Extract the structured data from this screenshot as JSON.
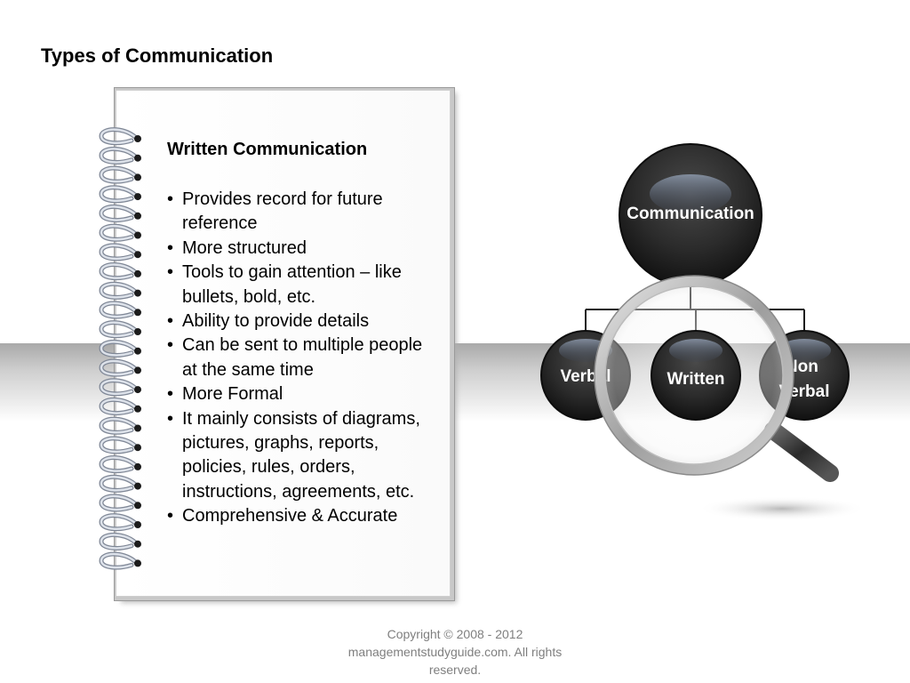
{
  "slide": {
    "title": "Types of Communication"
  },
  "card": {
    "title": "Written Communication",
    "bullets": [
      "Provides record for future reference",
      "More structured",
      "Tools to gain attention – like bullets, bold, etc.",
      "Ability to provide details",
      "Can be sent to multiple people at the same time",
      "More Formal",
      "It mainly consists of diagrams, pictures, graphs, reports, policies, rules, orders, instructions, agreements, etc.",
      "Comprehensive & Accurate"
    ]
  },
  "diagram": {
    "root": "Communication",
    "children": [
      "Verbal",
      "Written",
      "Non Verbal"
    ],
    "highlighted": "Written",
    "highlight_tool": "magnifying-glass-icon"
  },
  "footer": {
    "copyright": "Copyright © 2008 - 2012 managementstudyguide.com. All rights reserved."
  },
  "colors": {
    "node_fill": "#2b2b2b",
    "node_text": "#ffffff",
    "connector": "#1a1a1a",
    "copyright_text": "#7f7f7f"
  }
}
